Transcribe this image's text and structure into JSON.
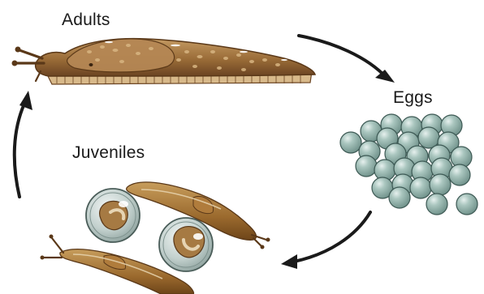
{
  "title": "",
  "stages": {
    "adults": "Adults",
    "eggs": "Eggs",
    "juveniles": "Juveniles"
  },
  "colors": {
    "slug_body": "#a0743f",
    "slug_dark": "#6b4422",
    "slug_spots": "#c9a36a",
    "egg_fill": "#9fbdb6",
    "egg_stroke": "#3d5954",
    "arrow": "#1a1a1a"
  }
}
